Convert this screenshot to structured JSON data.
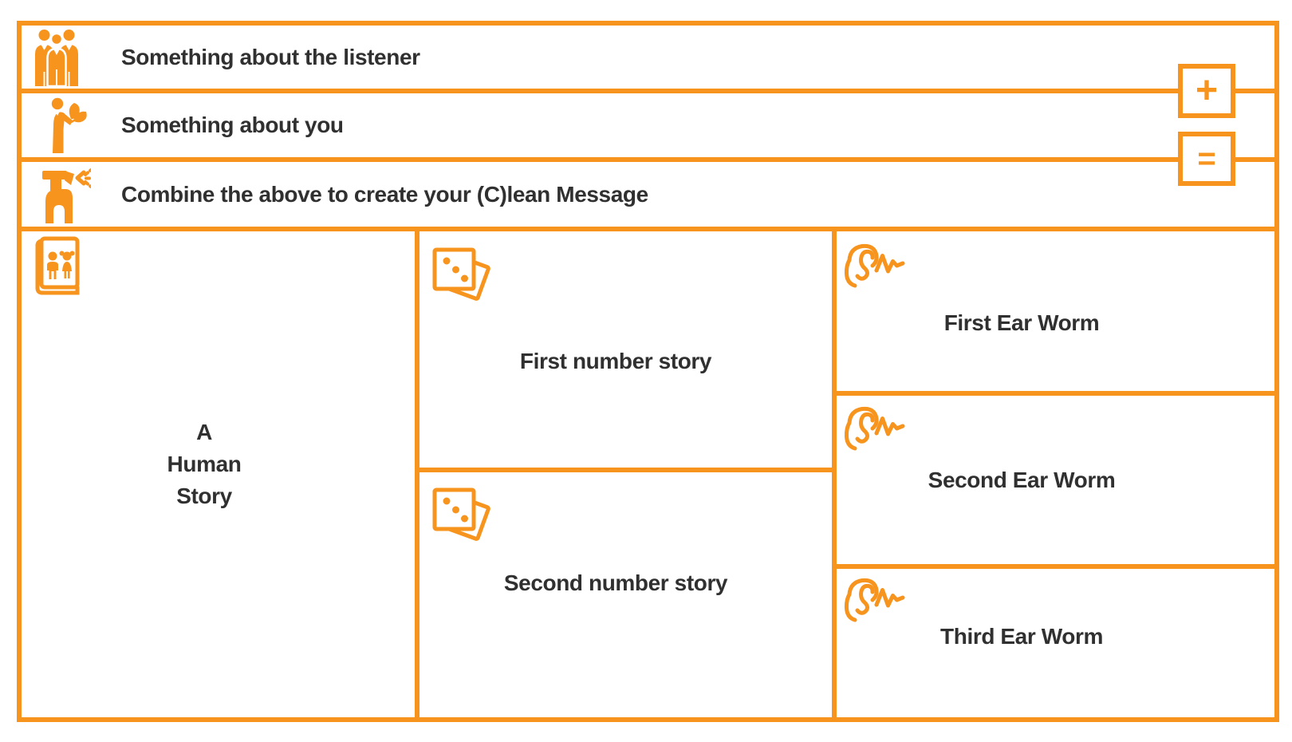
{
  "colors": {
    "accent": "#F7941E",
    "text": "#303030",
    "background": "#FFFFFF"
  },
  "header_rows": [
    {
      "icon": "people-group-icon",
      "label": "Something about the listener"
    },
    {
      "icon": "person-leaf-icon",
      "label": "Something about you"
    },
    {
      "icon": "spray-bottle-icon",
      "label": "Combine the above to create your (C)lean Message"
    }
  ],
  "operators": {
    "plus": "+",
    "equals": "="
  },
  "story_cell": {
    "icon": "book-children-icon",
    "label": "A\nHuman\nStory"
  },
  "number_story_cells": [
    {
      "icon": "dice-icon",
      "label": "First number story"
    },
    {
      "icon": "dice-icon",
      "label": "Second number story"
    }
  ],
  "ear_worm_cells": [
    {
      "icon": "ear-soundwave-icon",
      "label": "First Ear Worm"
    },
    {
      "icon": "ear-soundwave-icon",
      "label": "Second Ear Worm"
    },
    {
      "icon": "ear-soundwave-icon",
      "label": "Third Ear Worm"
    }
  ]
}
